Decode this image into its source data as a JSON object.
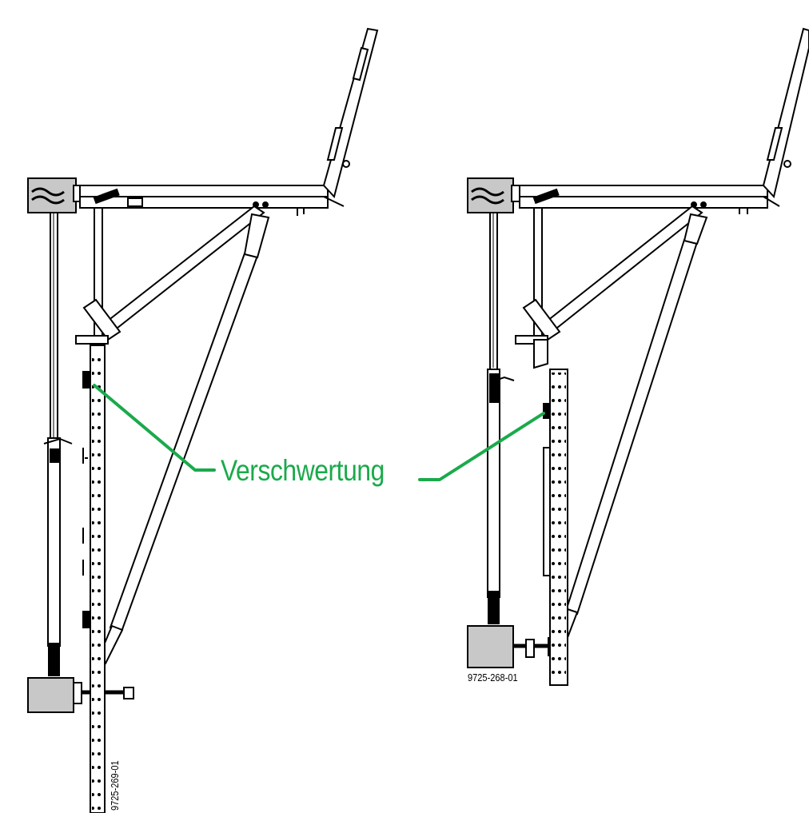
{
  "callout": {
    "label": "Verschwertung",
    "color": "#1aaa4b"
  },
  "figures": {
    "left_code": "9725-269-01",
    "right_code": "9725-268-01"
  },
  "colors": {
    "line": "#000000",
    "fill": "#ffffff",
    "block": "#c8c8c8"
  }
}
